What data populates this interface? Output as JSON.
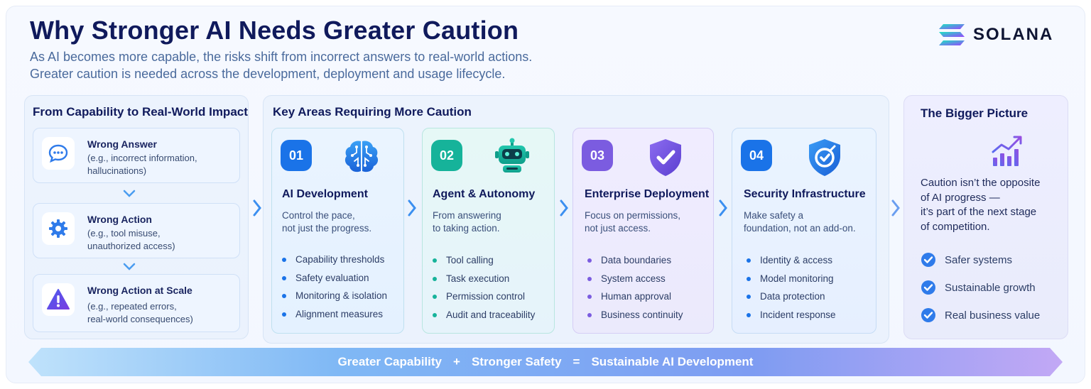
{
  "header": {
    "title": "Why Stronger AI Needs Greater Caution",
    "subtitle_line1": "As AI becomes more capable, the risks shift from incorrect answers to real-world actions.",
    "subtitle_line2": "Greater caution is needed across the development, deployment and usage lifecycle.",
    "logo_text": "SOLANA"
  },
  "impact": {
    "title": "From Capability to Real-World Impact",
    "items": [
      {
        "title": "Wrong Answer",
        "desc1": "(e.g., incorrect information,",
        "desc2": "hallucinations)",
        "icon": "chat-bubble-icon"
      },
      {
        "title": "Wrong Action",
        "desc1": "(e.g., tool misuse,",
        "desc2": "unauthorized access)",
        "icon": "gear-icon"
      },
      {
        "title": "Wrong Action at Scale",
        "desc1": "(e.g., repeated errors,",
        "desc2": "real-world consequences)",
        "icon": "warning-icon"
      }
    ]
  },
  "areas": {
    "title": "Key Areas Requiring More Caution",
    "cards": [
      {
        "num": "01",
        "title": "AI Development",
        "desc1": "Control the pace,",
        "desc2": "not just the progress.",
        "icon": "brain-circuit-icon",
        "color": "#1a73e8",
        "items": [
          "Capability thresholds",
          "Safety evaluation",
          "Monitoring & isolation",
          "Alignment measures"
        ]
      },
      {
        "num": "02",
        "title": "Agent & Autonomy",
        "desc1": "From answering",
        "desc2": "to taking action.",
        "icon": "robot-icon",
        "color": "#16b39a",
        "items": [
          "Tool calling",
          "Task execution",
          "Permission control",
          "Audit and traceability"
        ]
      },
      {
        "num": "03",
        "title": "Enterprise Deployment",
        "desc1": "Focus on permissions,",
        "desc2": "not just access.",
        "icon": "shield-check-icon",
        "color": "#7b5ce0",
        "items": [
          "Data boundaries",
          "System access",
          "Human approval",
          "Business continuity"
        ]
      },
      {
        "num": "04",
        "title": "Security Infrastructure",
        "desc1": "Make safety a",
        "desc2": "foundation, not an add-on.",
        "icon": "shield-target-icon",
        "color": "#1a73e8",
        "items": [
          "Identity & access",
          "Model monitoring",
          "Data protection",
          "Incident response"
        ]
      }
    ]
  },
  "bigger_picture": {
    "title": "The Bigger Picture",
    "text_lines": [
      "Caution isn’t the opposite",
      "of AI progress —",
      "it’s part of the next stage",
      "of competition."
    ],
    "checks": [
      "Safer systems",
      "Sustainable growth",
      "Real business value"
    ],
    "icon": "growth-chart-icon"
  },
  "banner": {
    "part1": "Greater Capability",
    "op1": "+",
    "part2": "Stronger Safety",
    "op2": "=",
    "part3": "Sustainable AI Development"
  }
}
